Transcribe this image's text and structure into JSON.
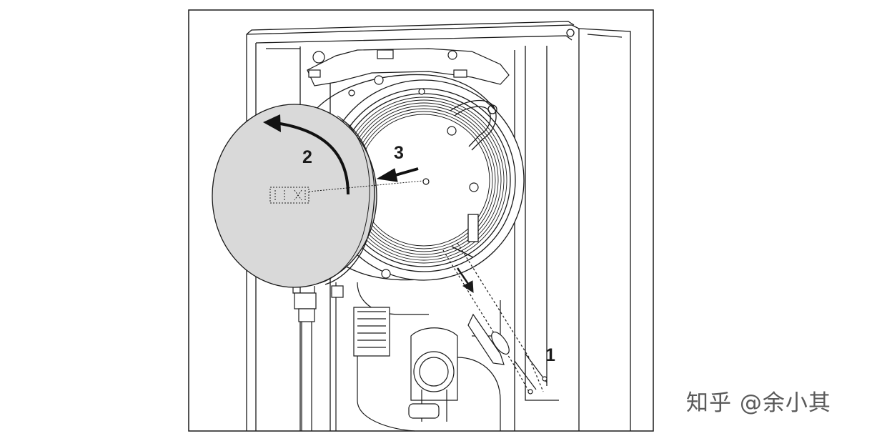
{
  "diagram": {
    "callouts": {
      "step_1": "1",
      "step_2": "2",
      "step_3": "3"
    }
  },
  "watermark": {
    "text": "知乎 @余小其"
  }
}
